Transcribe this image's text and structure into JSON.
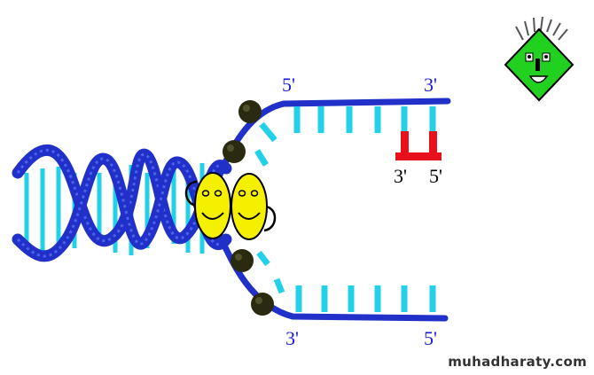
{
  "labels": {
    "top_left": "5'",
    "top_right": "3'",
    "primer_left": "3'",
    "primer_right": "5'",
    "bottom_left": "3'",
    "bottom_right": "5'"
  },
  "watermark": "muhadharaty.com",
  "colors": {
    "strand": "#2030c8",
    "base": "#22d0e8",
    "primer": "#e8101a",
    "label": "#1a1ad6",
    "helicase": "#f5f000",
    "ssb": "#2a2a10",
    "logo": "#22d020"
  },
  "icons": {
    "helicase": "smiley-face-icon",
    "binding_protein": "dark-ball-icon",
    "logo": "green-diamond-face-icon"
  }
}
